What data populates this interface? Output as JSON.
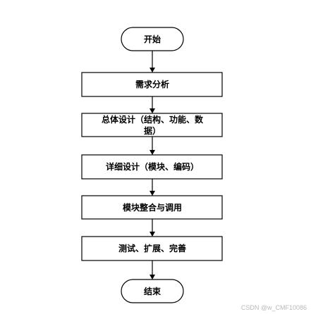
{
  "flowchart": {
    "start": "开始",
    "steps": [
      "需求分析",
      "总体设计（结构、功能、数",
      "据）",
      "详细设计（模块、编码）",
      "模块整合与调用",
      "测试、扩展、完善"
    ],
    "end": "结束"
  },
  "watermark": "CSDN @w_CMF10086",
  "colors": {
    "stroke": "#000000",
    "text": "#000000",
    "background": "#ffffff"
  }
}
